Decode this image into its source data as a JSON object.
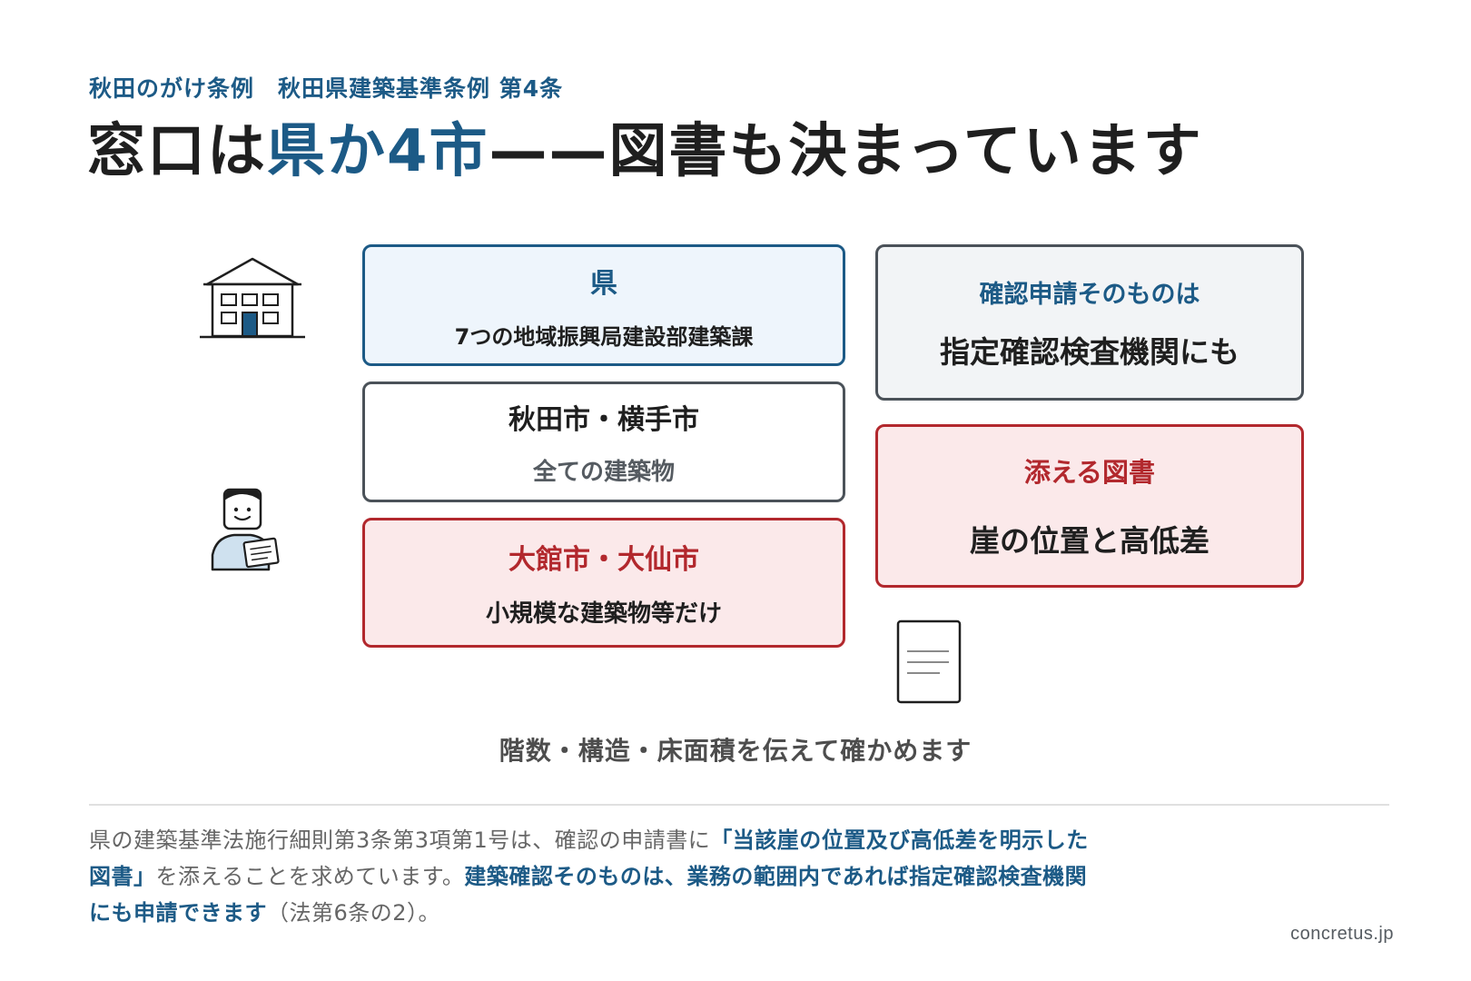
{
  "header": {
    "subtitle": "秋田のがけ条例　秋田県建築基準条例 第4条",
    "title_before": "窓口は",
    "title_highlight": "県か4市",
    "title_after": "——図書も決まっています"
  },
  "offices": [
    {
      "heading": "県",
      "sub": "7つの地域振興局建設部建築課"
    },
    {
      "heading": "秋田市・横手市",
      "sub": "全ての建築物"
    },
    {
      "heading": "大館市・大仙市",
      "sub": "小規模な建築物等だけ"
    }
  ],
  "designated": {
    "heading": "確認申請そのものは",
    "body": "指定確認検査機関にも"
  },
  "documents": {
    "heading": "添える図書",
    "body": "崖の位置と高低差"
  },
  "caption": "階数・構造・床面積を伝えて確かめます",
  "note": {
    "line1_plain": "県の建築基準法施行細則第3条第3項第1号は、確認の申請書に",
    "line1_em": "「当該崖の位置及び高低差を明示した",
    "line2_em": "図書」",
    "line2_plain": "を添えることを求めています。",
    "line2_em2": "建築確認そのものは、業務の範囲内であれば指定確認検査機関",
    "line3_em": "にも申請できます",
    "line3_plain": "（法第6条の2）。"
  },
  "credit": "concretus.jp",
  "icons": [
    "building-icon",
    "person-icon",
    "document-icon"
  ],
  "colors": {
    "accent_blue": "#1c5a86",
    "accent_red": "#b2282d",
    "neutral_border": "#4b5259"
  }
}
